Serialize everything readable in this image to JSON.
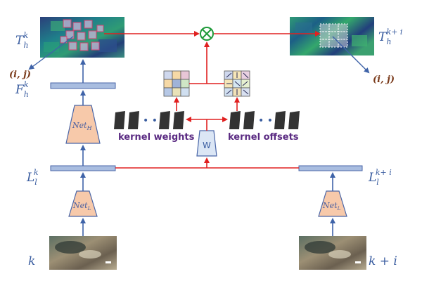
{
  "labels": {
    "T_h_k": {
      "base": "T",
      "sub": "h",
      "sup": "k"
    },
    "T_h_ki": {
      "base": "T",
      "sub": "h",
      "sup": "k+ i"
    },
    "F_h_k": {
      "base": "F",
      "sub": "h",
      "sup": "k"
    },
    "L_l_k": {
      "base": "L",
      "sub": "l",
      "sup": "k"
    },
    "L_l_ki": {
      "base": "L",
      "sub": "l",
      "sup": "k+ i"
    },
    "ij_left": "(i, j)",
    "ij_right": "(i, j)",
    "frame_k": "k",
    "frame_ki": "k  +  i"
  },
  "nets": {
    "net_h": {
      "base": "Net",
      "sub": "H"
    },
    "net_l_left": {
      "base": "Net",
      "sub": "L"
    },
    "net_l_right": {
      "base": "Net",
      "sub": "L"
    },
    "w": "W"
  },
  "kernel": {
    "weights_label": "kernel weights",
    "offsets_label": "kernel offsets",
    "dots": "• •"
  },
  "colors": {
    "arrow_blue": "#3f63a8",
    "arrow_red": "#e02020",
    "bar_fill": "#a9bde0",
    "bar_stroke": "#4a66a8",
    "net_fill": "#f7c9aa",
    "net_stroke": "#4a66a8",
    "w_fill": "#dbe6f5",
    "mult_stroke": "#1f9a3a",
    "kernel_block": "#333333",
    "kernel_text": "#5a2a82",
    "label_blue": "#3a5da0",
    "label_brown": "#7a3a1a"
  },
  "icons": {
    "multiply": "circled-times-icon",
    "weight_grid": "weight-grid-icon",
    "offset_grid": "offset-arrows-grid-icon"
  }
}
